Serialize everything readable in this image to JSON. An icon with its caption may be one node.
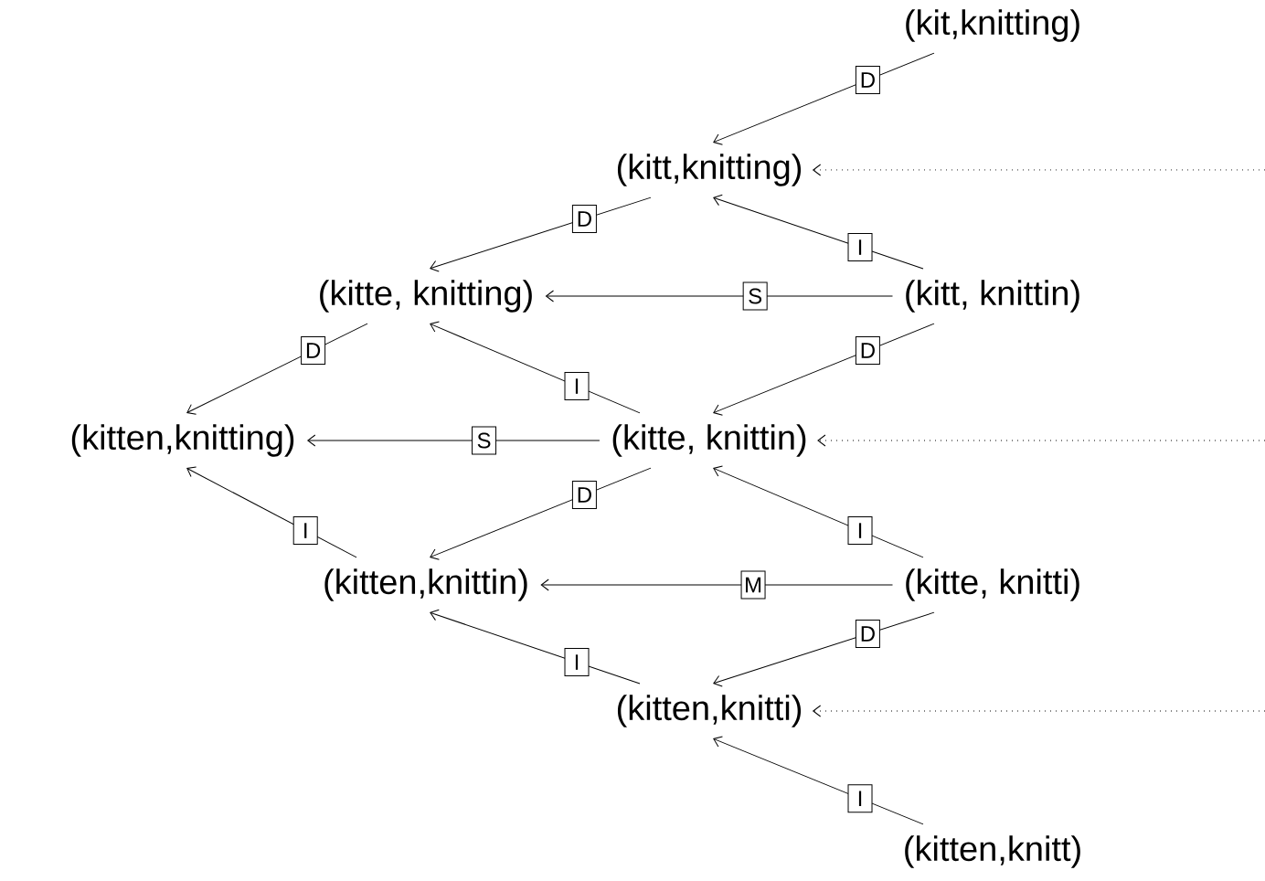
{
  "diagram": {
    "nodes": [
      {
        "text": [
          "(kit,knitting)"
        ]
      },
      {
        "text": [
          "(kitt,knitting)"
        ]
      },
      {
        "text": [
          "(kitte, knitting)"
        ]
      },
      {
        "text": [
          "(kitt, knittin)"
        ]
      },
      {
        "text": [
          "(kitten,knitting)"
        ]
      },
      {
        "text": [
          "(kitte, knittin)"
        ]
      },
      {
        "text": [
          "(kitten,knittin)"
        ]
      },
      {
        "text": [
          "(kitte, knitti)"
        ]
      },
      {
        "text": [
          "(kitten,knitti)"
        ]
      },
      {
        "text": [
          "(kitten,knitt)"
        ]
      }
    ],
    "edges": [
      {
        "from": 0,
        "to": 1,
        "arrow": "to",
        "label": "D"
      },
      {
        "from": null,
        "to": 1,
        "arrow": "to",
        "style": "dashed"
      },
      {
        "from": 1,
        "to": 2,
        "arrow": "to",
        "label": "D"
      },
      {
        "from": 3,
        "to": 1,
        "arrow": "to",
        "label": "I"
      },
      {
        "from": 3,
        "to": 2,
        "arrow": "to",
        "label": "S"
      },
      {
        "from": 2,
        "to": 4,
        "arrow": "to",
        "label": "D"
      },
      {
        "from": 5,
        "to": 2,
        "arrow": "to",
        "label": "I"
      },
      {
        "from": 3,
        "to": 5,
        "arrow": "to",
        "label": "D"
      },
      {
        "from": 5,
        "to": 4,
        "arrow": "to",
        "label": "S"
      },
      {
        "from": null,
        "to": 5,
        "arrow": "to",
        "style": "dashed"
      },
      {
        "from": 6,
        "to": 4,
        "arrow": "to",
        "label": "I"
      },
      {
        "from": 5,
        "to": 6,
        "arrow": "to",
        "label": "D"
      },
      {
        "from": 7,
        "to": 5,
        "arrow": "to",
        "label": "I"
      },
      {
        "from": 7,
        "to": 6,
        "arrow": "to",
        "label": "M"
      },
      {
        "from": 7,
        "to": 8,
        "arrow": "to",
        "label": "D"
      },
      {
        "from": null,
        "to": 8,
        "arrow": "to",
        "style": "dashed"
      },
      {
        "from": 8,
        "to": 6,
        "arrow": "to",
        "label": "I"
      },
      {
        "from": 9,
        "to": 8,
        "arrow": "to",
        "label": "I"
      }
    ]
  }
}
